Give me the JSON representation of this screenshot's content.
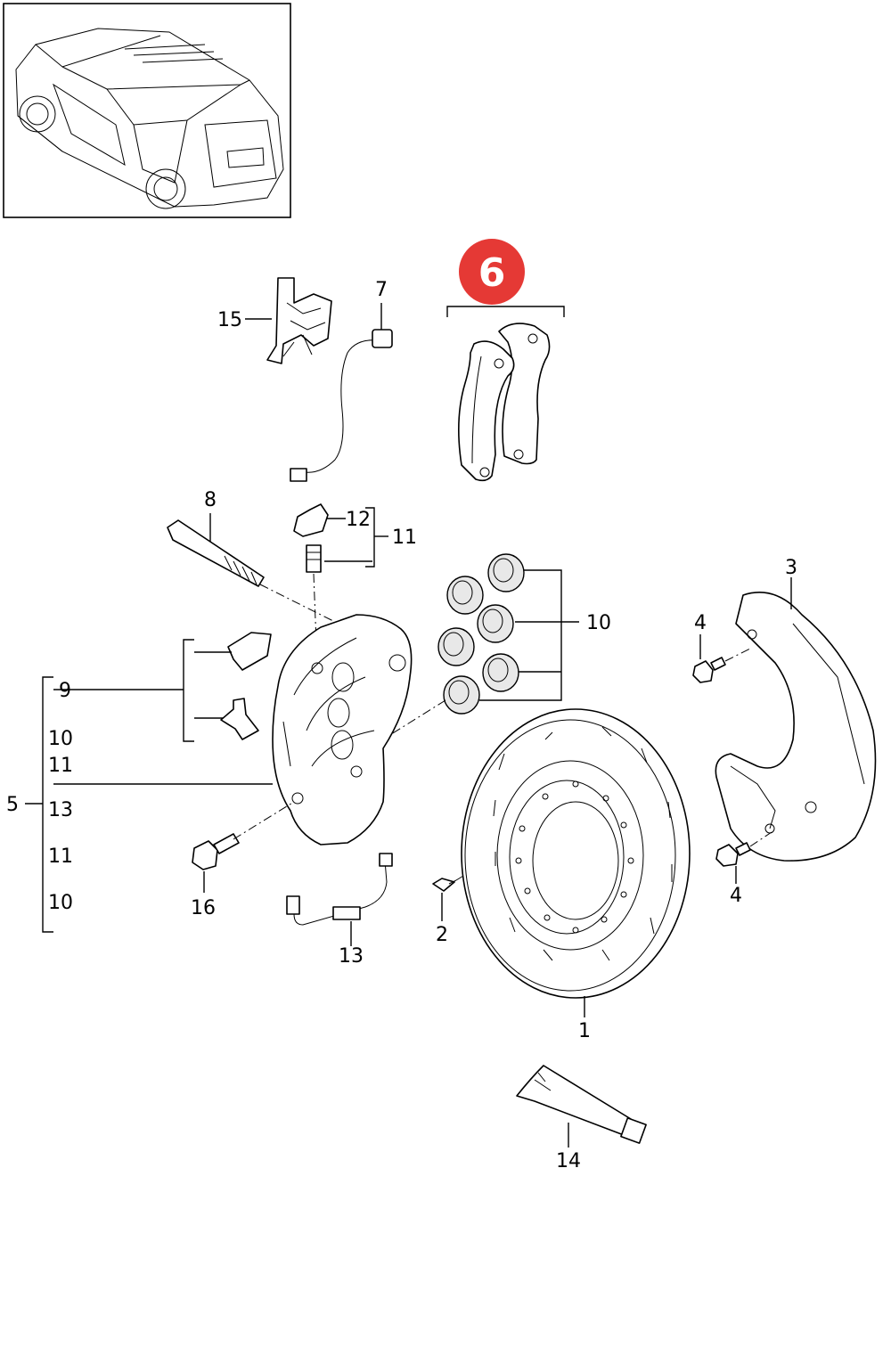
{
  "badge": {
    "label": "6",
    "color": "#e53935"
  },
  "callouts": {
    "c1": "1",
    "c2": "2",
    "c3": "3",
    "c4a": "4",
    "c4b": "4",
    "c5": "5",
    "c6br": "",
    "c7": "7",
    "c8": "8",
    "c9": "9",
    "c10": "10",
    "c11": "11",
    "c12": "12",
    "c13": "13",
    "c14": "14",
    "c15": "15",
    "c16": "16"
  },
  "group5_list": [
    "9",
    "10",
    "11",
    "13",
    "11",
    "10"
  ]
}
